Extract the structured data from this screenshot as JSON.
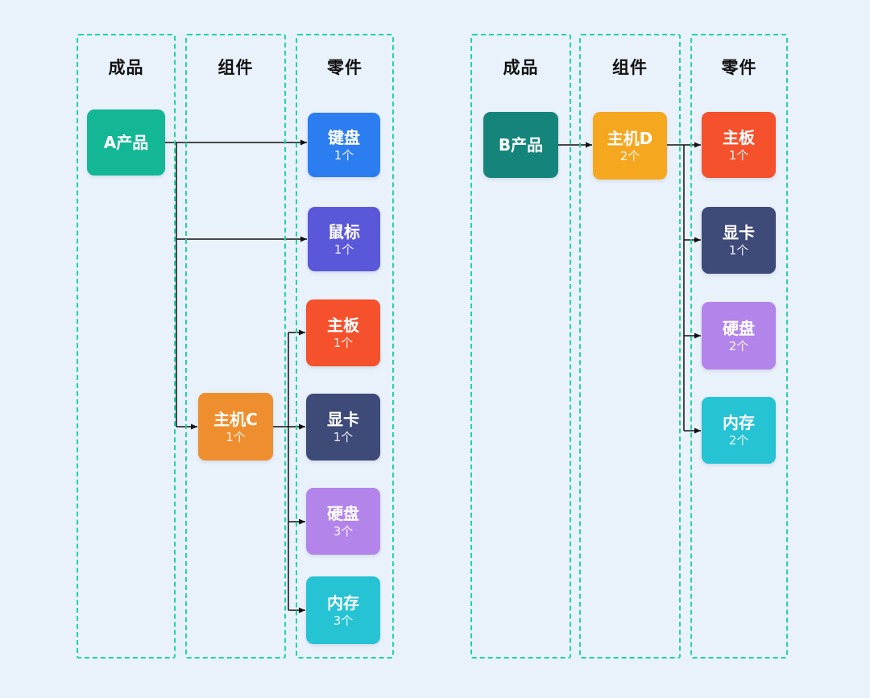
{
  "diagram": {
    "background_color": "#e9f1fb",
    "lane_border_color": "#1fd5a2",
    "arrow_color": "#111111",
    "left": {
      "column_titles": {
        "finished": "成品",
        "component": "组件",
        "part": "零件"
      },
      "product": {
        "label": "A产品",
        "color": "#14b795"
      },
      "component": {
        "label": "主机C",
        "qty": "1个",
        "color": "#ef8e2e"
      },
      "parts": [
        {
          "label": "键盘",
          "qty": "1个",
          "color": "#2b7df0"
        },
        {
          "label": "鼠标",
          "qty": "1个",
          "color": "#5b57d9"
        },
        {
          "label": "主板",
          "qty": "1个",
          "color": "#f4512c"
        },
        {
          "label": "显卡",
          "qty": "1个",
          "color": "#3e4a78"
        },
        {
          "label": "硬盘",
          "qty": "3个",
          "color": "#b384ea"
        },
        {
          "label": "内存",
          "qty": "3个",
          "color": "#25c3d3"
        }
      ]
    },
    "right": {
      "column_titles": {
        "finished": "成品",
        "component": "组件",
        "part": "零件"
      },
      "product": {
        "label": "B产品",
        "color": "#15857b"
      },
      "component": {
        "label": "主机D",
        "qty": "2个",
        "color": "#f5a71f"
      },
      "parts": [
        {
          "label": "主板",
          "qty": "1个",
          "color": "#f4512c"
        },
        {
          "label": "显卡",
          "qty": "1个",
          "color": "#3e4a78"
        },
        {
          "label": "硬盘",
          "qty": "2个",
          "color": "#b384ea"
        },
        {
          "label": "内存",
          "qty": "2个",
          "color": "#25c3d3"
        }
      ]
    },
    "edges": [
      {
        "from": "A产品",
        "to": "键盘"
      },
      {
        "from": "A产品",
        "to": "鼠标"
      },
      {
        "from": "A产品",
        "to": "主机C"
      },
      {
        "from": "主机C",
        "to": "主板"
      },
      {
        "from": "主机C",
        "to": "显卡"
      },
      {
        "from": "主机C",
        "to": "硬盘"
      },
      {
        "from": "主机C",
        "to": "内存"
      },
      {
        "from": "B产品",
        "to": "主机D"
      },
      {
        "from": "主机D",
        "to": "主板"
      },
      {
        "from": "主机D",
        "to": "显卡"
      },
      {
        "from": "主机D",
        "to": "硬盘"
      },
      {
        "from": "主机D",
        "to": "内存"
      }
    ]
  }
}
